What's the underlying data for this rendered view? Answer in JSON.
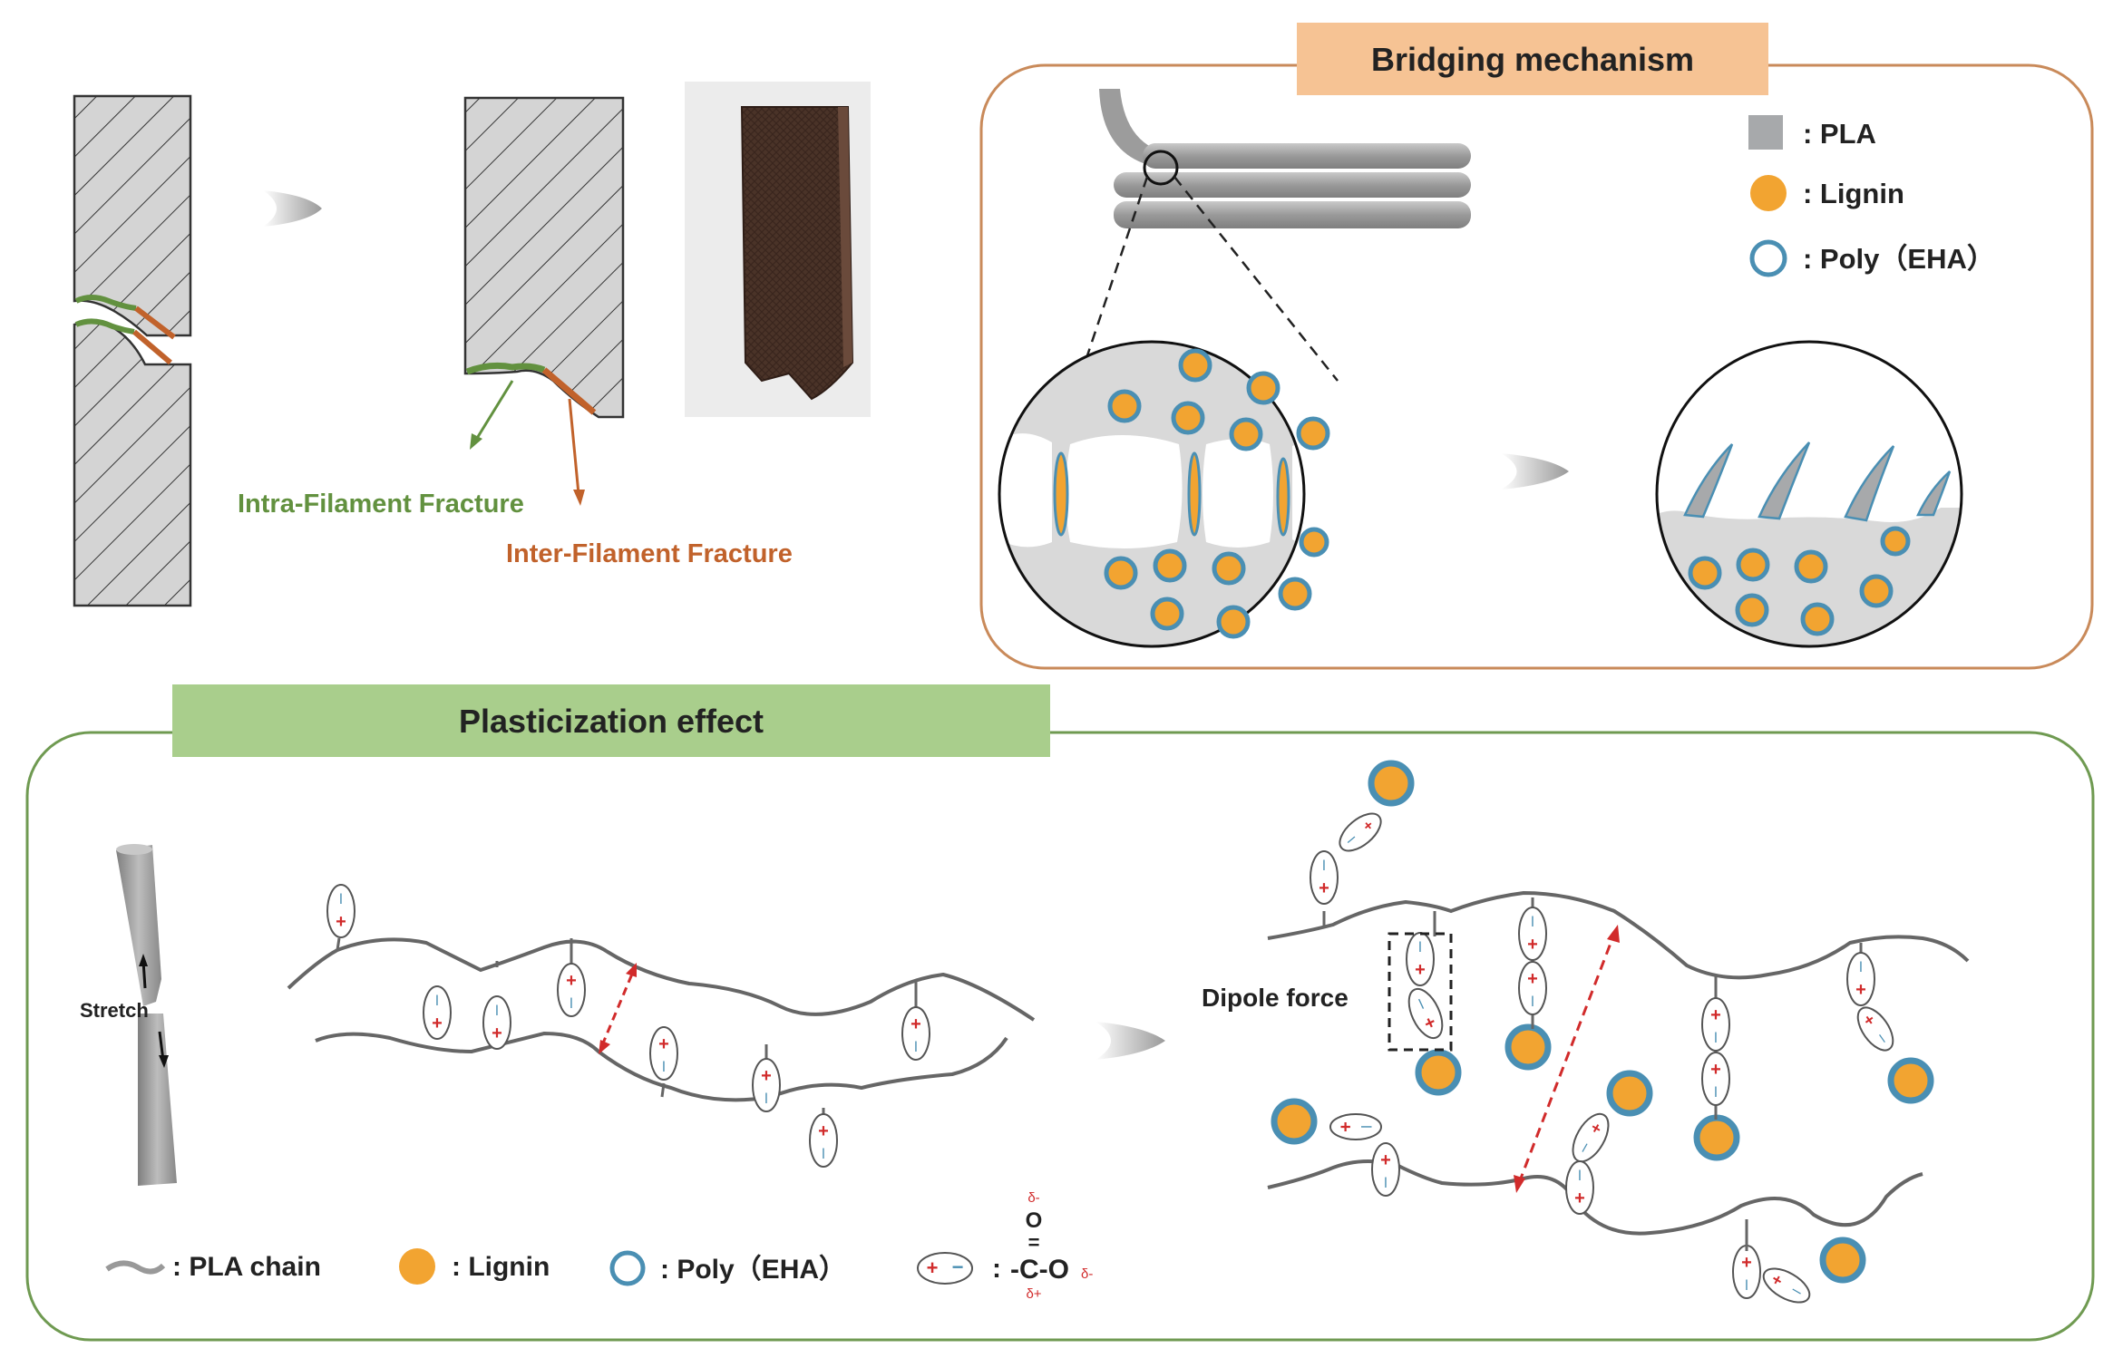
{
  "fracture": {
    "intra_label": "Intra-Filament Fracture",
    "inter_label": "Inter-Filament Fracture"
  },
  "bridging": {
    "title": "Bridging mechanism",
    "legend": {
      "pla": ": PLA",
      "lignin": ": Lignin",
      "poly": ": Poly（EHA）"
    }
  },
  "plasticization": {
    "title": "Plasticization effect",
    "stretch_label": "Stretch",
    "dipole_label": "Dipole force",
    "legend": {
      "pla_chain": ": PLA chain",
      "lignin": ": Lignin",
      "poly": ": Poly（EHA）",
      "dipole_prefix": ":",
      "carboxyl_o_top": "O",
      "carboxyl_eq": "=",
      "carboxyl_group": "-C-O",
      "delta_minus": "δ-",
      "delta_plus": "δ+"
    }
  },
  "colors": {
    "pla_gray": "#a7a9ab",
    "lignin_orange": "#f2a431",
    "poly_blue": "#4a8fb3",
    "intra_green": "#62913f",
    "inter_orange": "#c1622b",
    "bridging_header": "#f6c394",
    "plastic_header": "#a9ce8c",
    "charge_red": "#d12b2b"
  }
}
